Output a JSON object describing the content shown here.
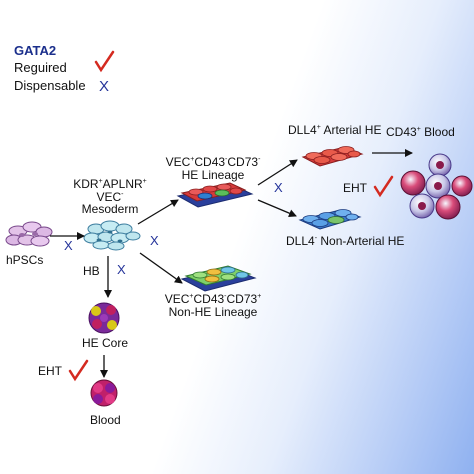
{
  "legend": {
    "title": "GATA2",
    "required_label": "Reguired",
    "dispensable_label": "Dispensable",
    "cross_symbol": "X"
  },
  "nodes": {
    "hpscs": "hPSCs",
    "mesoderm_line1a": "KDR",
    "mesoderm_line1b": "+",
    "mesoderm_line1c": "APLNR",
    "mesoderm_line1d": "+",
    "mesoderm_line2a": "VEC",
    "mesoderm_line2b": "-",
    "mesoderm_line3": "Mesoderm",
    "he_line1a": "VEC",
    "he_line1b": "+",
    "he_line1c": "CD43",
    "he_line1d": "-",
    "he_line1e": "CD73",
    "he_line1f": "-",
    "he_line2": "HE Lineage",
    "nonhe_line1a": "VEC",
    "nonhe_line1b": "+",
    "nonhe_line1c": "CD43",
    "nonhe_line1d": "-",
    "nonhe_line1e": "CD73",
    "nonhe_line1f": "+",
    "nonhe_line2": "Non-HE Lineage",
    "arterial_a": "DLL4",
    "arterial_b": "+",
    "arterial_c": " Arterial HE",
    "nonarterial_a": "DLL4",
    "nonarterial_b": "-",
    "nonarterial_c": "  Non-Arterial HE",
    "blood_top_a": "CD43",
    "blood_top_b": "+",
    "blood_top_c": " Blood",
    "hb": "HB",
    "he_core": "HE Core",
    "eht_left": "EHT",
    "eht_right": "EHT",
    "blood_bottom": "Blood"
  },
  "marks": {
    "cross": "X"
  },
  "colors": {
    "cross": "#25349a",
    "check": "#d42a20",
    "legend_title": "#1b2f8c"
  }
}
